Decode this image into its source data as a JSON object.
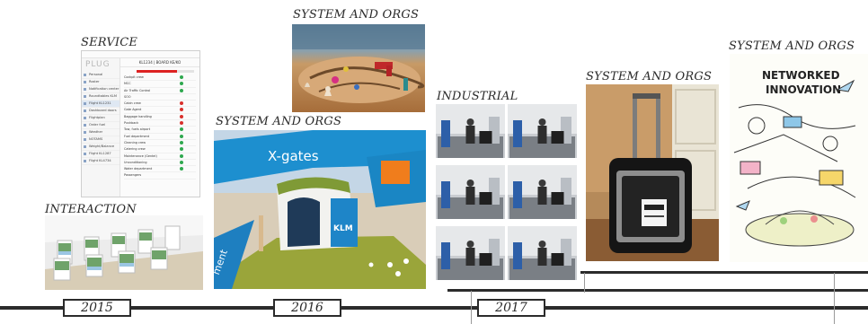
{
  "labels": {
    "service": "SERVICE",
    "interaction": "INTERACTION",
    "industrial": "INDUSTRIAL",
    "system_top": "SYSTEM AND ORGS",
    "system_model": "SYSTEM AND ORGS",
    "system_suitcase": "SYSTEM AND ORGS",
    "system_drawing": "SYSTEM AND ORGS"
  },
  "years": [
    "2015",
    "2016",
    "2017"
  ],
  "app": {
    "logo": "PLUG",
    "header": "KL1234 | BOARD KE/KO",
    "progress_percent": 70,
    "menu": [
      "Personal",
      "Roster",
      "Notification center",
      "Roundtables KLM",
      "Flight KL1231",
      "Dashboard doors",
      "Flightplan",
      "Order fuel",
      "Weather",
      "NOTAMS",
      "Weight/Balance",
      "Flight KL1287",
      "Flight KL4734"
    ],
    "selected_menu_index": 4,
    "rows": [
      {
        "label": "Cockpit crew",
        "status": "ok"
      },
      {
        "label": "MCC",
        "status": "ok"
      },
      {
        "label": "Air Traffic Control",
        "status": "ok"
      },
      {
        "label": "SOO",
        "status": "none"
      },
      {
        "label": "Cabin crew",
        "status": "err"
      },
      {
        "label": "Gate Agent",
        "status": "err"
      },
      {
        "label": "Baggage handling",
        "status": "err"
      },
      {
        "label": "Pushback",
        "status": "err"
      },
      {
        "label": "Tow, fuels airport",
        "status": "ok"
      },
      {
        "label": "Fuel department",
        "status": "ok"
      },
      {
        "label": "Cleaning crew",
        "status": "ok"
      },
      {
        "label": "Catering crew",
        "status": "ok"
      },
      {
        "label": "Maintenance (Gentel)",
        "status": "ok"
      },
      {
        "label": "Unconditioning",
        "status": "ok"
      },
      {
        "label": "Water department",
        "status": "ok"
      },
      {
        "label": "Passengers",
        "status": "none"
      }
    ]
  },
  "model_sign": {
    "brand": "X-gates",
    "klm": "KLM",
    "side_text": "ment"
  },
  "drawing": {
    "title1": "NETWORKED",
    "title2": "INNOVATION"
  },
  "colors": {
    "line": "#2b2b2b",
    "klm_blue": "#00a1de"
  }
}
